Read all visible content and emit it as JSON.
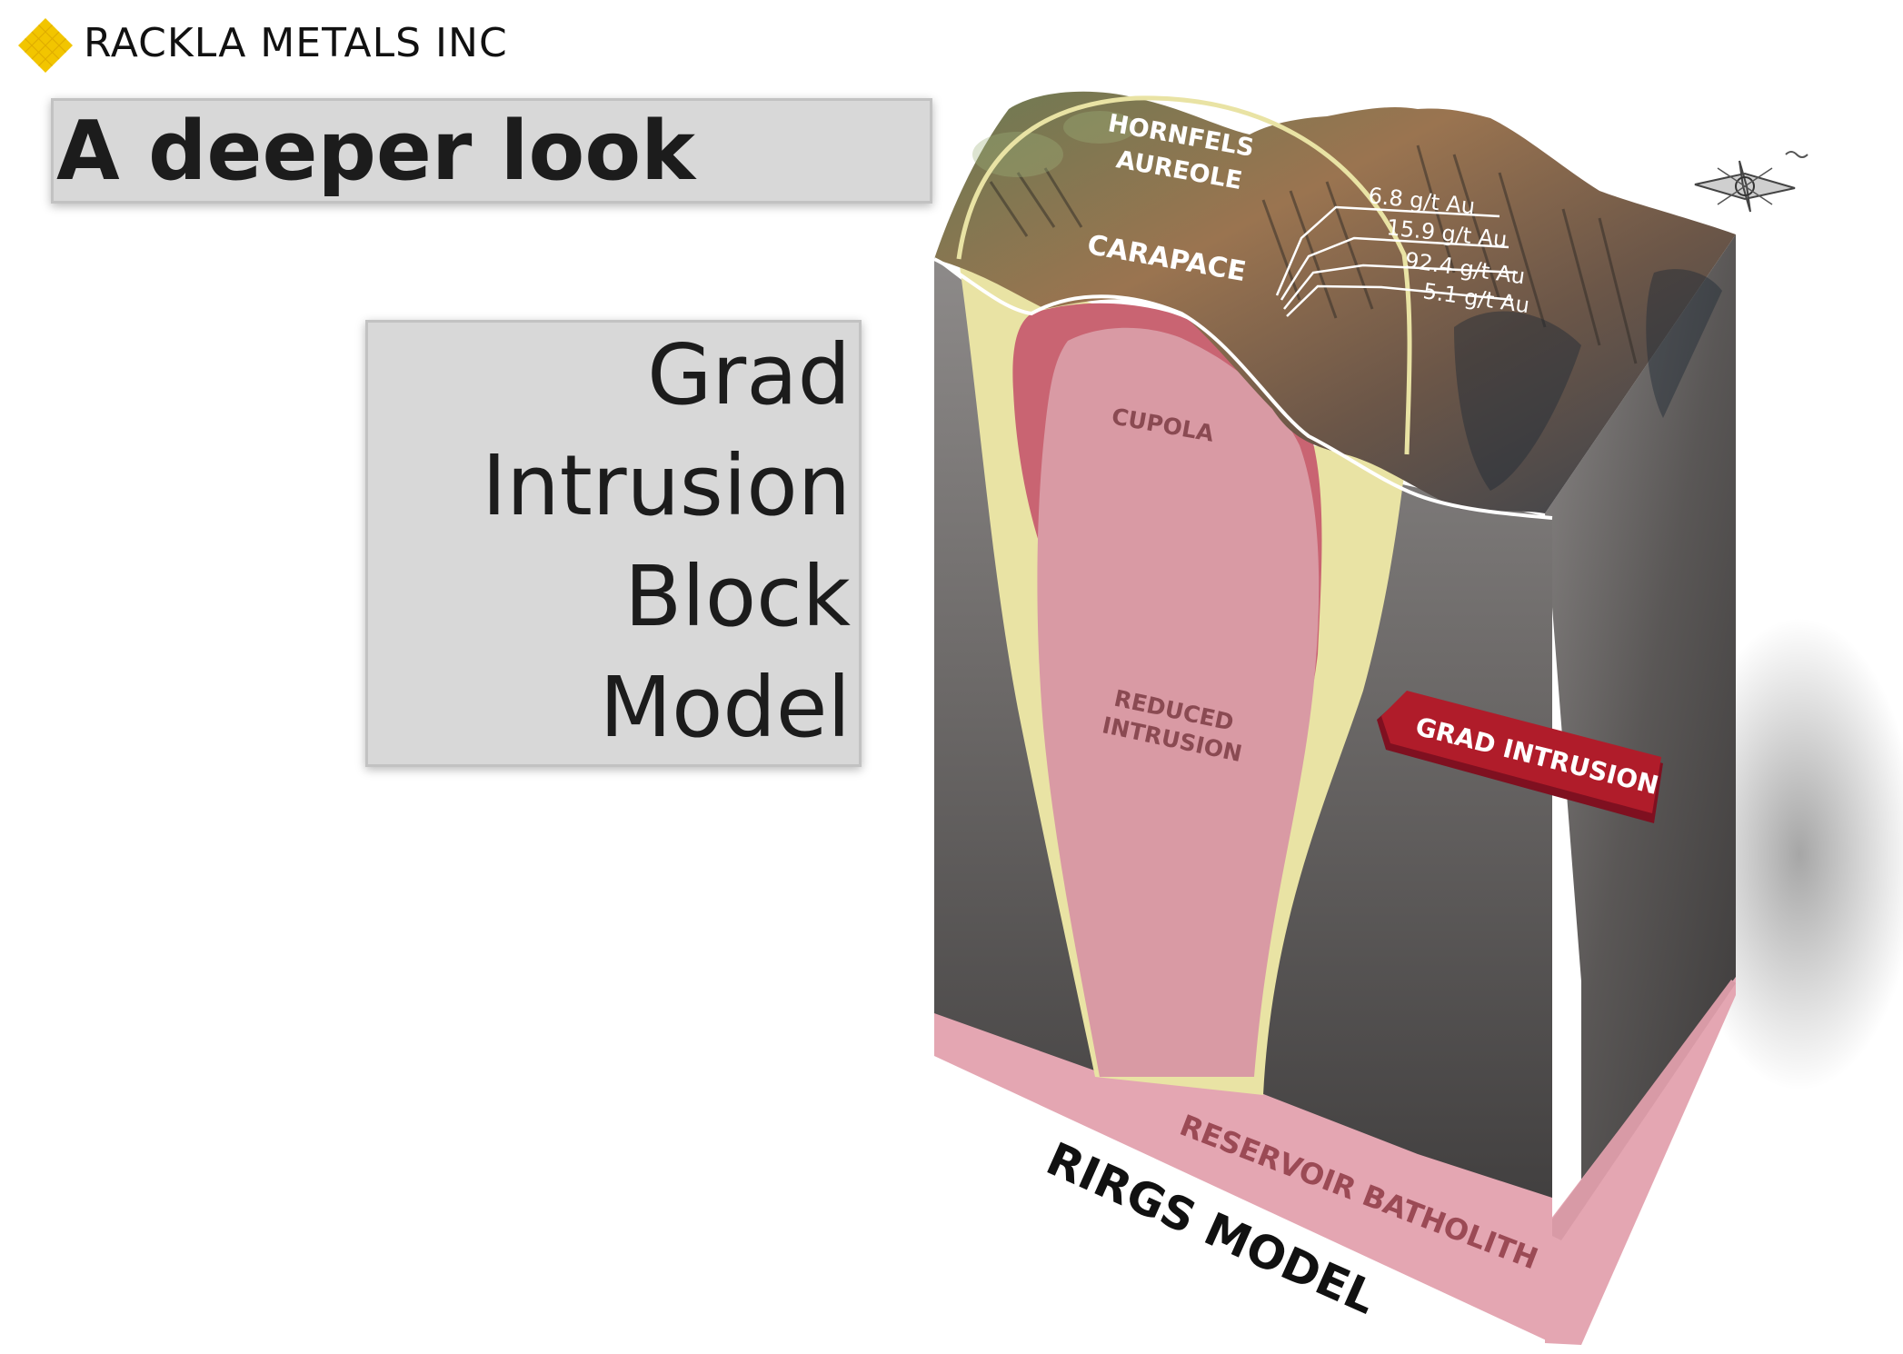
{
  "header": {
    "company": "RACKLA METALS INC"
  },
  "slide": {
    "title": "A deeper look",
    "model_title_lines": [
      "Grad",
      "Intrusion",
      "Block",
      "Model"
    ]
  },
  "diagram": {
    "labels": {
      "hornfels_1": "HORNFELS",
      "hornfels_2": "AUREOLE",
      "carapace": "CARAPACE",
      "cupola": "CUPOLA",
      "reduced_1": "REDUCED",
      "reduced_2": "INTRUSION",
      "grad_intrusion": "GRAD INTRUSION",
      "reservoir": "RESERVOIR BATHOLITH",
      "rirgs": "RIRGS MODEL"
    },
    "grades": [
      "6.8 g/t Au",
      "15.9 g/t Au",
      "92.4 g/t Au",
      "5.1 g/t Au"
    ]
  },
  "colors": {
    "logo": "#f2c500",
    "rock_dark": "#4a4848",
    "rock_mid": "#7a7777",
    "aureole": "#e9e3a4",
    "carapace": "#c96472",
    "intrusion": "#d99aa4",
    "batholith": "#e4a6b2",
    "arrow_red": "#b01c2a"
  },
  "icons": [
    "compass-icon",
    "diamond-logo-icon"
  ]
}
